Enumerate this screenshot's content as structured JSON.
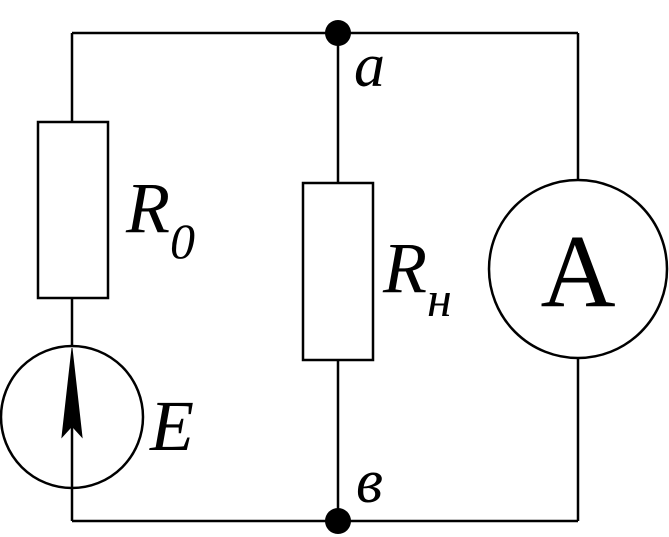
{
  "diagram": {
    "type": "electrical-circuit",
    "nodes": {
      "top": {
        "label": "a"
      },
      "bottom": {
        "label": "в"
      }
    },
    "components": {
      "source": {
        "kind": "voltage-source",
        "label": "E"
      },
      "internal_resistor": {
        "kind": "resistor",
        "label_main": "R",
        "label_sub": "0"
      },
      "load_resistor": {
        "kind": "resistor",
        "label_main": "R",
        "label_sub": "н"
      },
      "ammeter": {
        "kind": "ammeter",
        "label": "A"
      }
    },
    "colors": {
      "stroke": "#000000",
      "background": "#ffffff"
    }
  }
}
